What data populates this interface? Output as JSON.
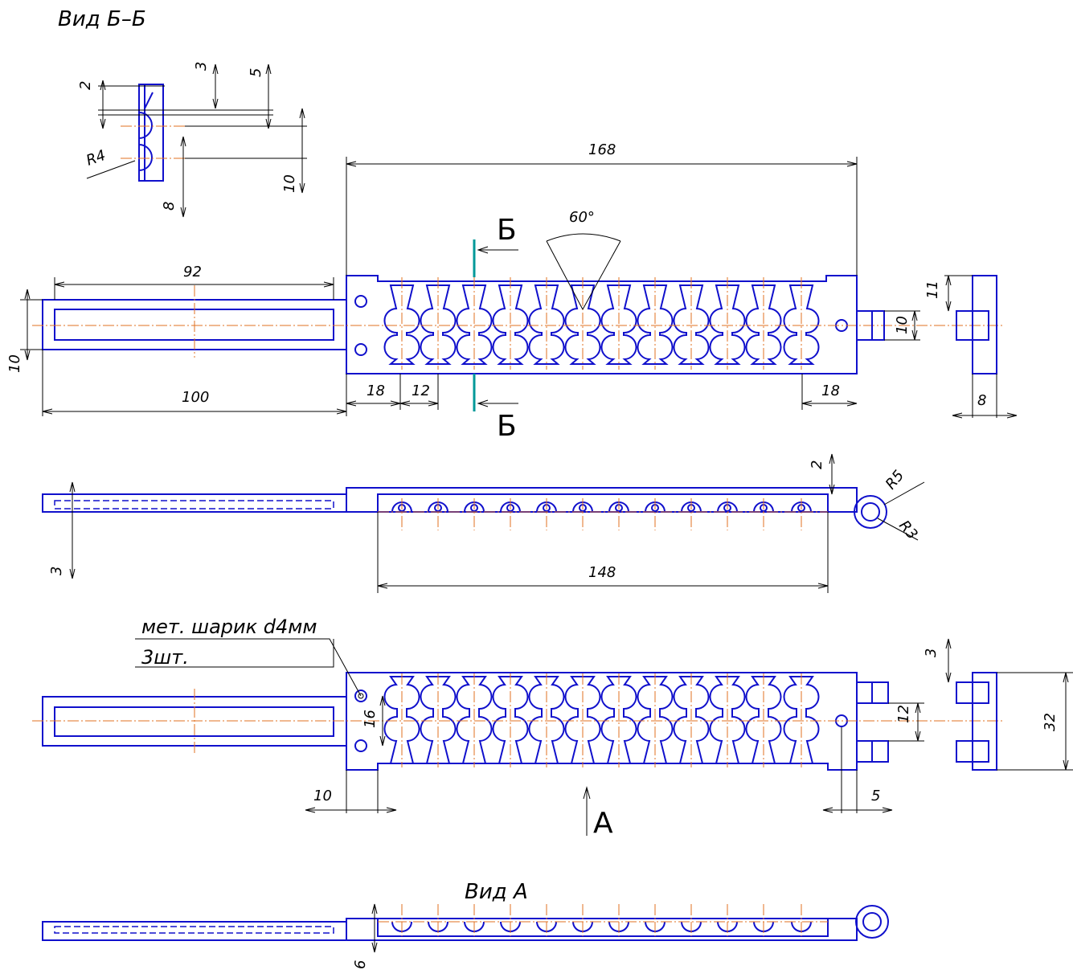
{
  "section_title": "Вид Б–Б",
  "view_a_title": "Вид А",
  "section_dims": {
    "d2": "2",
    "d3": "3",
    "d5": "5",
    "d10": "10",
    "d8": "8",
    "r4": "R4"
  },
  "top_view": {
    "overall": "168",
    "angle": "60°",
    "section_mark_top": "Б",
    "section_mark_bottom": "Б",
    "handle_len": "92",
    "total_handle": "100",
    "handle_w": "10",
    "left_off": "18",
    "pitch": "12",
    "right_off": "18",
    "tab_w": "10",
    "side_11": "11",
    "side_8": "8"
  },
  "side_view": {
    "d2": "2",
    "r5": "R5",
    "r3": "R3",
    "d3": "3",
    "len": "148"
  },
  "bottom_view": {
    "note_line1": "мет. шарик d4мм",
    "note_line2": "3шт.",
    "d16": "16",
    "d12": "12",
    "d3": "3",
    "d32": "32",
    "d10": "10",
    "d5": "5",
    "arrow_label": "А"
  },
  "view_a": {
    "d6": "6"
  },
  "colors": {
    "outline": "#1010cc",
    "centerline": "#e07020",
    "section": "#009999"
  }
}
